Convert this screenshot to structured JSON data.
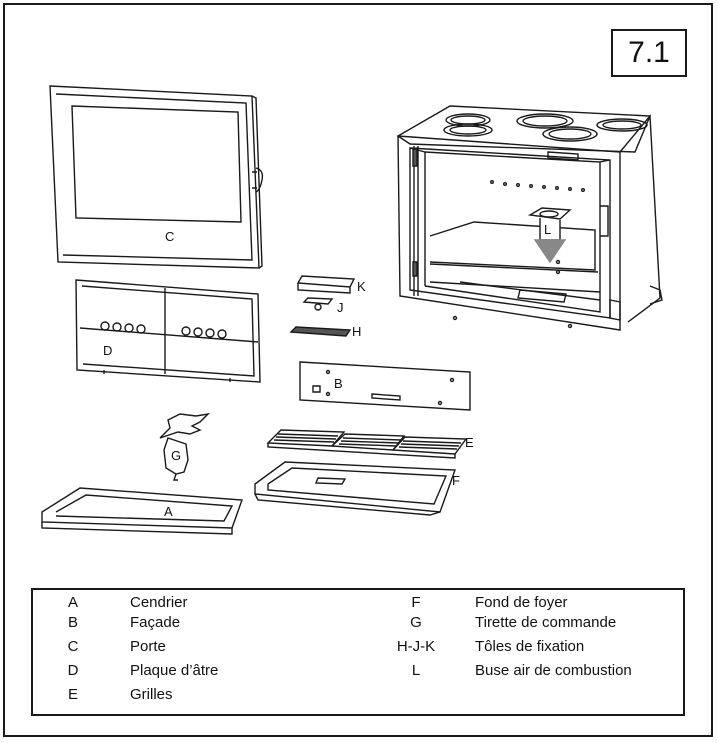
{
  "figure_number": "7.1",
  "part_letters": {
    "A": "A",
    "B": "B",
    "C": "C",
    "D": "D",
    "E": "E",
    "F": "F",
    "G": "G",
    "H": "H",
    "J": "J",
    "K": "K",
    "L": "L"
  },
  "legend": [
    {
      "key": "A",
      "text": "Cendrier"
    },
    {
      "key": "B",
      "text": "Façade"
    },
    {
      "key": "C",
      "text": "Porte"
    },
    {
      "key": "D",
      "text": " Plaque d’âtre"
    },
    {
      "key": "E",
      "text": "Grilles"
    },
    {
      "key": "F",
      "text": "Fond de foyer"
    },
    {
      "key": "G",
      "text": "Tirette de commande"
    },
    {
      "key": "H-J-K",
      "text": "Tôles de fixation"
    },
    {
      "key": "L",
      "text": "Buse air de combustion"
    }
  ],
  "colors": {
    "line": "#1a1a1a",
    "arrow": "#888888"
  }
}
